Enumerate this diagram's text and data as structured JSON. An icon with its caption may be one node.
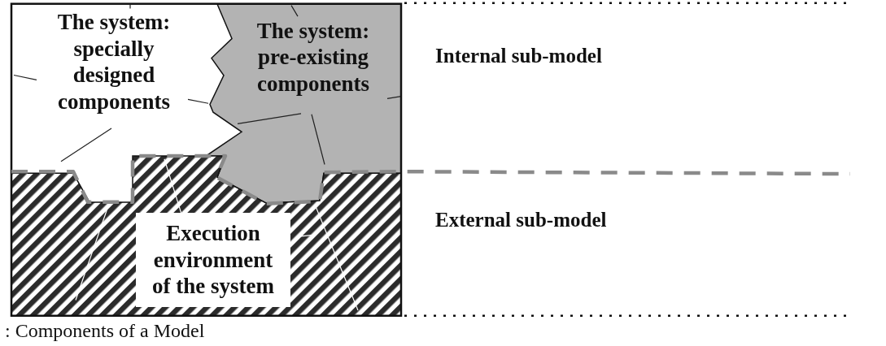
{
  "diagram": {
    "caption": ": Components of a Model",
    "nodes": [
      {
        "text": [
          "The system: specially designed components"
        ]
      },
      {
        "text": [
          "The system: pre-existing components"
        ]
      },
      {
        "text": [
          "Execution environment of the system"
        ]
      }
    ],
    "labels": [
      "Internal sub-model",
      "External sub-model"
    ]
  }
}
